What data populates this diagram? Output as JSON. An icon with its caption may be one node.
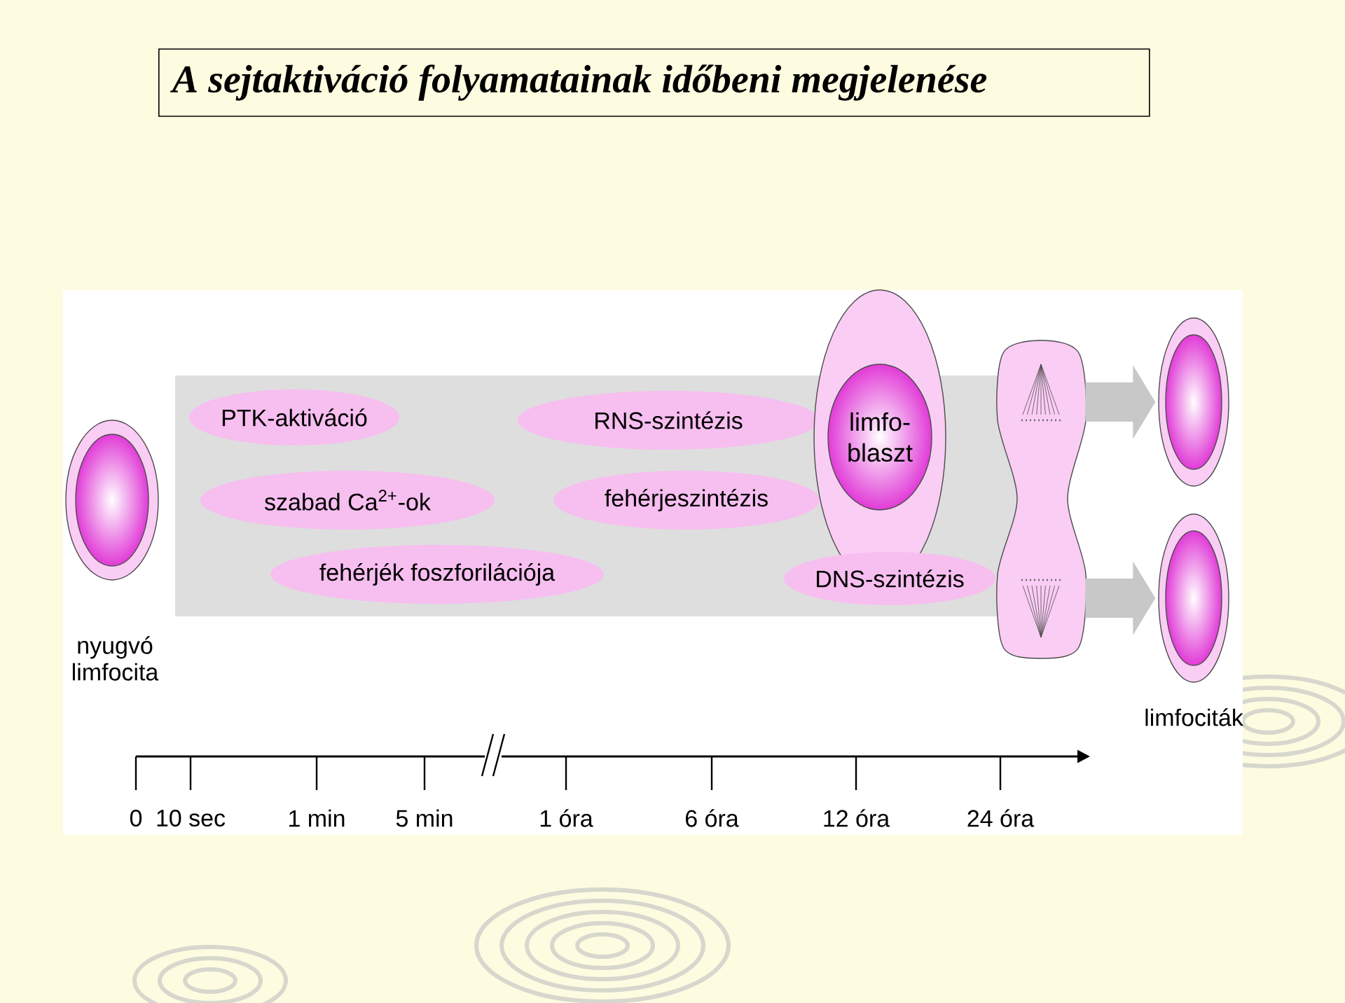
{
  "diagram": {
    "title": "A sejtaktiváció folyamatainak időbeni megjelenése",
    "nodes": [
      {
        "text": [],
        "shape": "circle",
        "beside": [
          "nyugvó limfocita"
        ]
      },
      {
        "text": [
          "PTK-aktiváció"
        ]
      },
      {
        "text": [
          "szabad Ca$^{2+}$-ok"
        ]
      },
      {
        "text": [
          "fehérjék foszforilációja"
        ]
      },
      {
        "text": [
          "RNS-szintézis"
        ]
      },
      {
        "text": [
          "fehérjeszintézis"
        ]
      },
      {
        "text": [
          "limfo- blaszt"
        ]
      },
      {
        "text": [
          "DNS-szintézis"
        ]
      },
      {
        "text": [],
        "shape": "picture"
      },
      {
        "text": [],
        "shape": "circle"
      },
      {
        "text": [],
        "shape": "circle"
      }
    ],
    "edges": [
      {
        "from": 8,
        "to": 9,
        "arrow": "to"
      },
      {
        "from": 8,
        "to": 10,
        "arrow": "to"
      }
    ],
    "labels": [
      "limfociták",
      "0",
      "10 sec",
      "1 min",
      "5 min",
      "1 óra",
      "6 óra",
      "12 óra",
      "24 óra"
    ]
  }
}
